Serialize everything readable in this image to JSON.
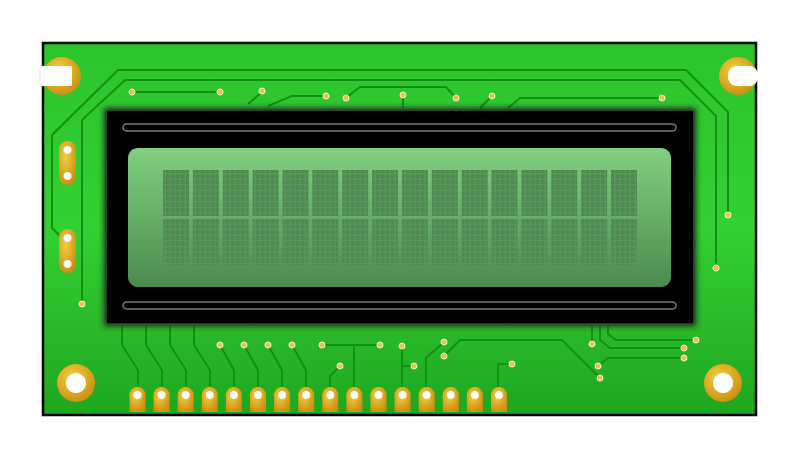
{
  "lcd": {
    "columns": 16,
    "rows": 2,
    "dot_columns": 5,
    "dot_rows": 8
  },
  "pins": {
    "count": 16
  },
  "colors": {
    "board": "#25b825",
    "board_light": "#33d033",
    "trace": "#129012",
    "gold": "#e0a818",
    "glass_top": "#7fcf7f",
    "glass_bottom": "#4e8a50",
    "bezel": "#000000"
  }
}
